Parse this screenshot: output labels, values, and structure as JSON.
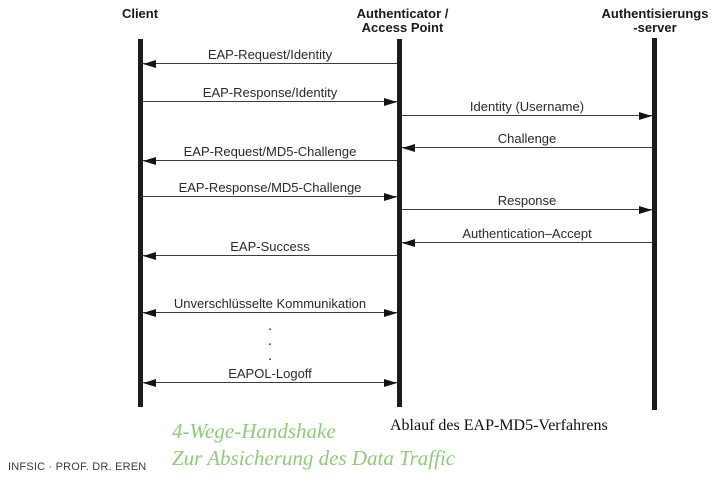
{
  "slide": {
    "footer": "INFSIC · PROF. DR. EREN",
    "caption_green_line1": "4-Wege-Handshake",
    "caption_green_line2": "Zur Absicherung des Data Traffic",
    "figure_caption": "Ablauf des EAP-MD5-Verfahrens"
  },
  "diagram": {
    "actors": [
      {
        "id": "client",
        "line1": "Client"
      },
      {
        "id": "authenticator",
        "line1": "Authenticator /",
        "line2": "Access Point"
      },
      {
        "id": "auth-server",
        "line1": "Authentisierungs",
        "line2": "-server"
      }
    ],
    "messages": [
      {
        "label": "EAP-Request/Identity",
        "from": "authenticator",
        "to": "client",
        "direction": "left"
      },
      {
        "label": "EAP-Response/Identity",
        "from": "client",
        "to": "authenticator",
        "direction": "right"
      },
      {
        "label": "Identity (Username)",
        "from": "authenticator",
        "to": "auth-server",
        "direction": "right"
      },
      {
        "label": "Challenge",
        "from": "auth-server",
        "to": "authenticator",
        "direction": "left"
      },
      {
        "label": "EAP-Request/MD5-Challenge",
        "from": "authenticator",
        "to": "client",
        "direction": "left"
      },
      {
        "label": "EAP-Response/MD5-Challenge",
        "from": "client",
        "to": "authenticator",
        "direction": "right"
      },
      {
        "label": "Response",
        "from": "authenticator",
        "to": "auth-server",
        "direction": "right"
      },
      {
        "label": "Authentication–Accept",
        "from": "auth-server",
        "to": "authenticator",
        "direction": "left"
      },
      {
        "label": "EAP-Success",
        "from": "authenticator",
        "to": "client",
        "direction": "left"
      },
      {
        "label": "Unverschlüsselte Kommunikation",
        "from": "client",
        "to": "authenticator",
        "direction": "both"
      },
      {
        "label": "EAPOL-Logoff",
        "from": "client",
        "to": "authenticator",
        "direction": "both"
      }
    ],
    "continuation_dots": [
      ".",
      ".",
      "."
    ]
  },
  "colors": {
    "accent_green": "#8fca7b",
    "line": "#3c3c3c",
    "text": "#1a1a1a"
  }
}
